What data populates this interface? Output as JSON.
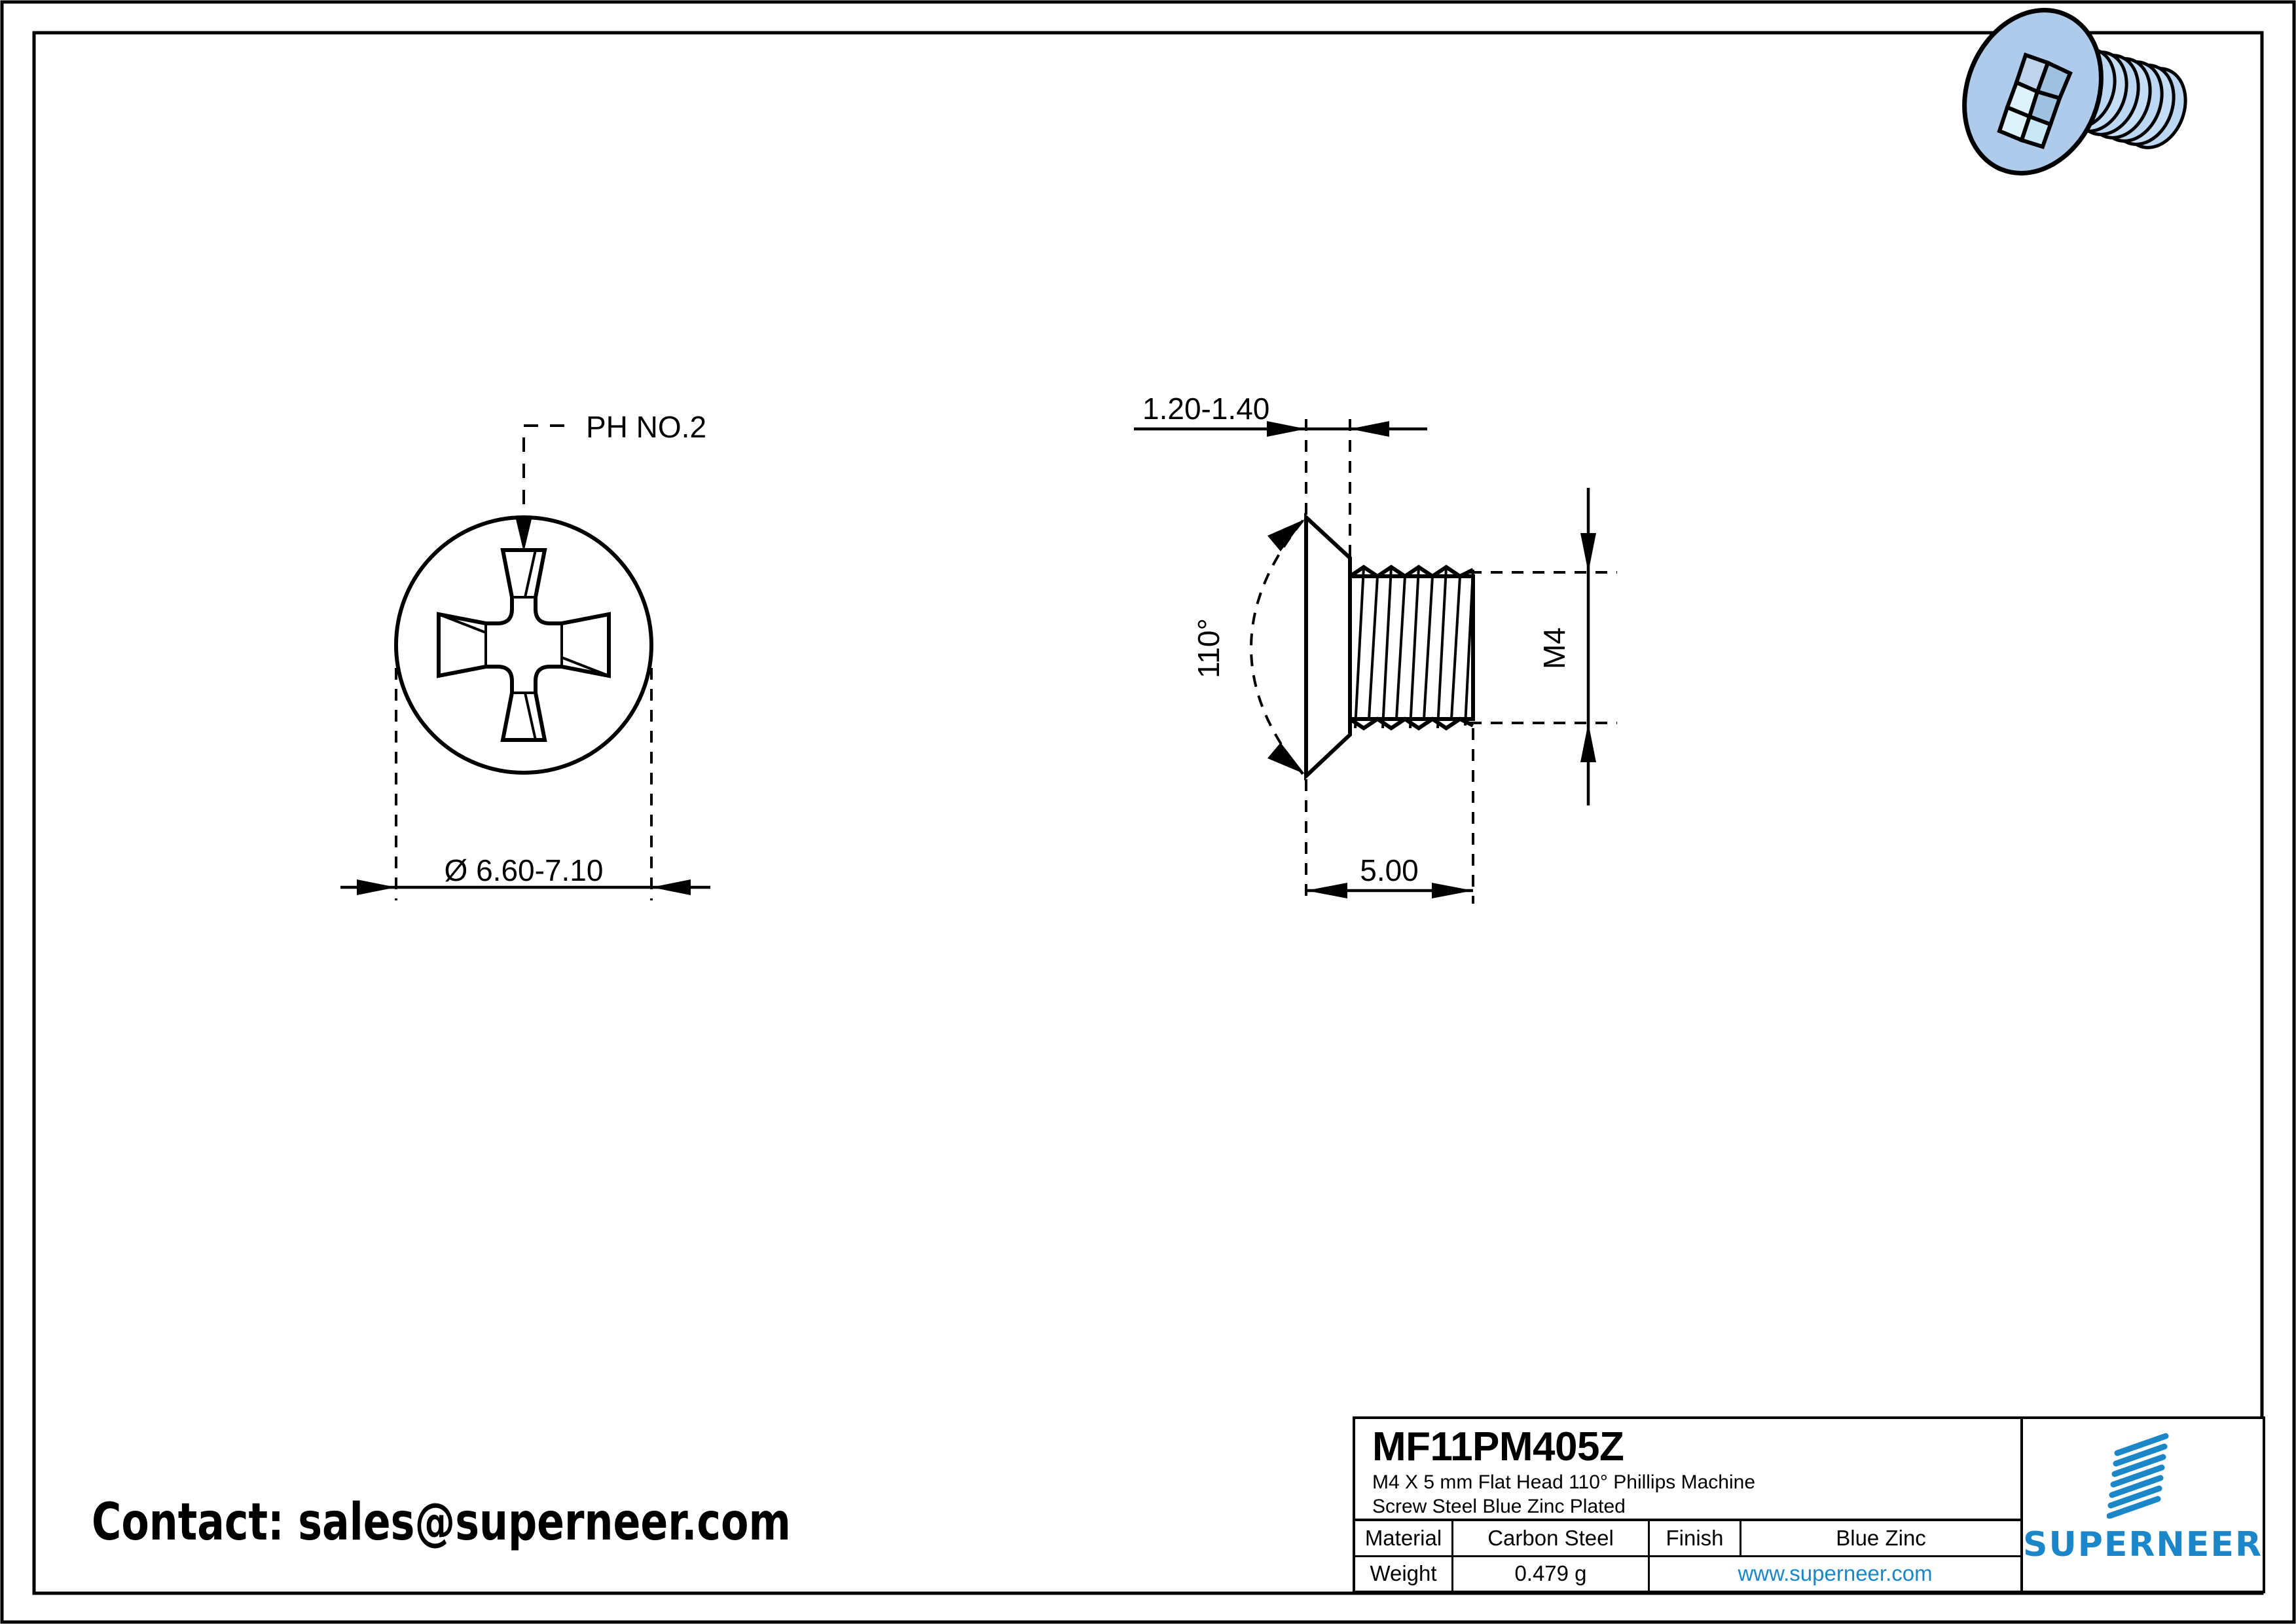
{
  "drawing": {
    "title_note": "Engineering drawing of a flat head Phillips machine screw",
    "views": {
      "top_view": {
        "recess_callout": "PH NO.2",
        "diameter_dimension": "Ø 6.60-7.10"
      },
      "side_view": {
        "head_height_dimension": "1.20-1.40",
        "head_angle_dimension": "110°",
        "thread_callout": "M4",
        "length_dimension": "5.00"
      }
    }
  },
  "title_block": {
    "part_number": "MF11PM405Z",
    "description_line1": "M4 X 5 mm  Flat Head 110° Phillips Machine",
    "description_line2": "Screw Steel Blue Zinc Plated",
    "material_label": "Material",
    "material_value": "Carbon Steel",
    "finish_label": "Finish",
    "finish_value": "Blue Zinc",
    "weight_label": "Weight",
    "weight_value": "0.479 g",
    "website": "www.superneer.com",
    "brand": "SUPERNEER"
  },
  "contact": {
    "text": "Contact: sales@superneer.com"
  },
  "colors": {
    "brand_blue": "#1b87c9",
    "part_body": "#aecbeb",
    "part_highlight": "#d9f1f7",
    "line": "#000000"
  }
}
